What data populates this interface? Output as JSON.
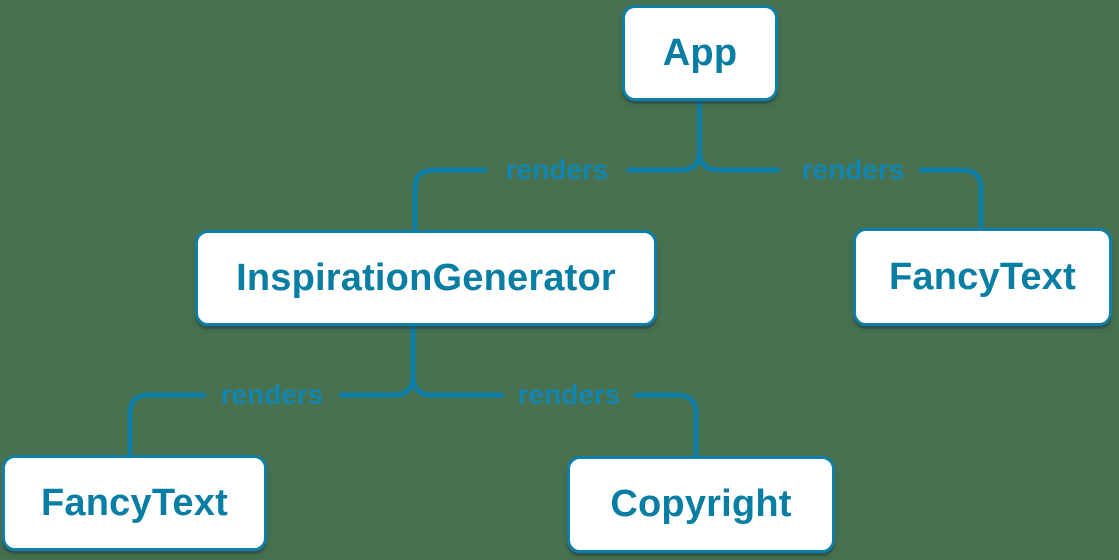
{
  "colors": {
    "background": "#48714f",
    "accent": "#107fa8",
    "edge_label": "#1286b0",
    "node_fill": "#ffffff",
    "node_text": "#087ea4"
  },
  "tree": {
    "nodes": [
      {
        "id": "app",
        "label": "App"
      },
      {
        "id": "inspiration-generator",
        "label": "InspirationGenerator"
      },
      {
        "id": "fancy-text-right",
        "label": "FancyText"
      },
      {
        "id": "fancy-text-left",
        "label": "FancyText"
      },
      {
        "id": "copyright",
        "label": "Copyright"
      }
    ],
    "edges": [
      {
        "from": "App",
        "to": "InspirationGenerator",
        "label": "renders"
      },
      {
        "from": "App",
        "to": "FancyText",
        "label": "renders"
      },
      {
        "from": "InspirationGenerator",
        "to": "FancyText",
        "label": "renders"
      },
      {
        "from": "InspirationGenerator",
        "to": "Copyright",
        "label": "renders"
      }
    ]
  }
}
